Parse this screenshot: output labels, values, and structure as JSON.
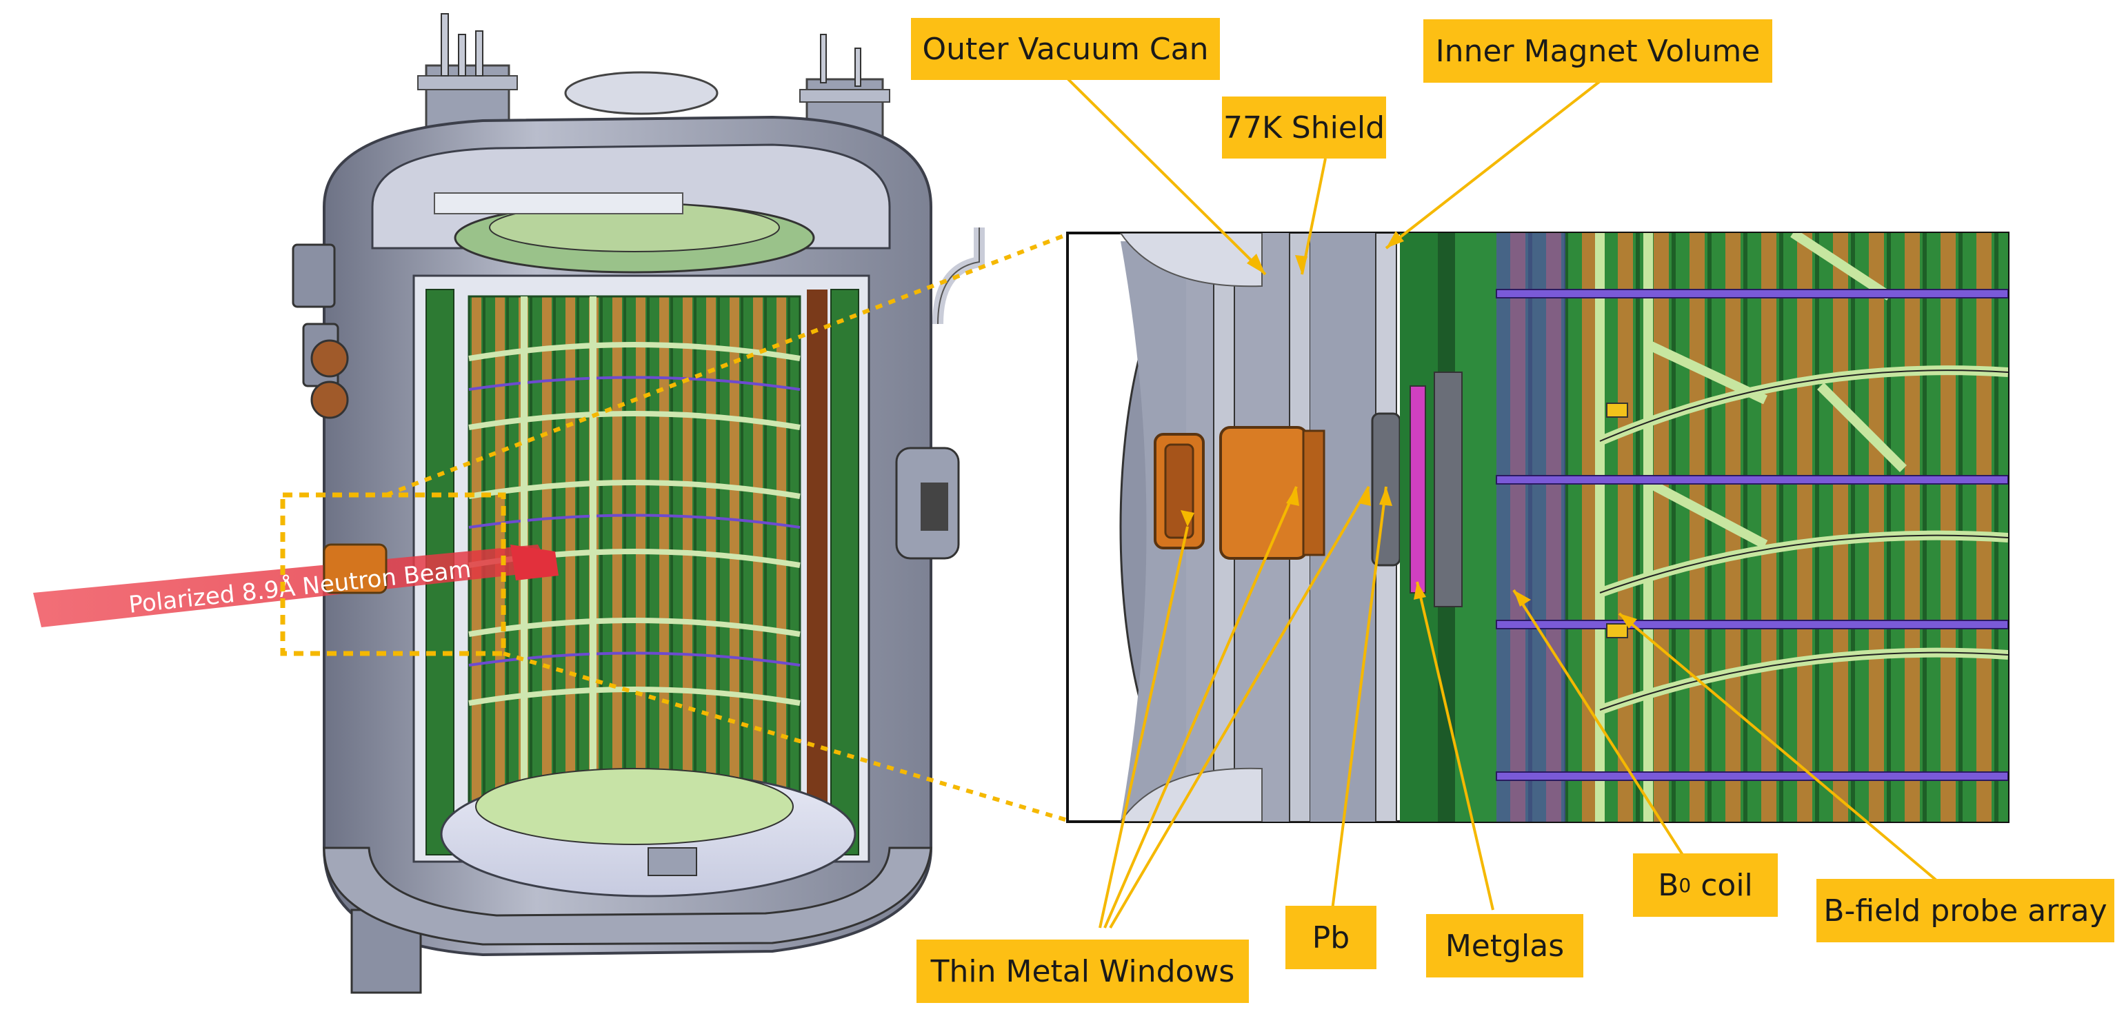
{
  "labels": {
    "outer_vacuum_can": "Outer Vacuum Can",
    "inner_magnet_volume": "Inner Magnet Volume",
    "shield_77k": "77K Shield",
    "thin_metal_windows": "Thin Metal Windows",
    "pb": "Pb",
    "metglas": "Metglas",
    "b0_coil_base": "B",
    "b0_coil_sub": "0",
    "b0_coil_rest": " coil",
    "bfield_probe_array": "B-field probe array"
  },
  "beam": {
    "text": "Polarized 8.9Å Neutron Beam"
  },
  "colors": {
    "label_bg": "#fdbf14",
    "leader": "#f5b800",
    "callout_dots": "#f5b800",
    "beam": "#f05a64",
    "vessel": "#8f95a8",
    "green": "#2f8a3a",
    "copper": "#c58a3a",
    "lime": "#c9e6a0"
  }
}
